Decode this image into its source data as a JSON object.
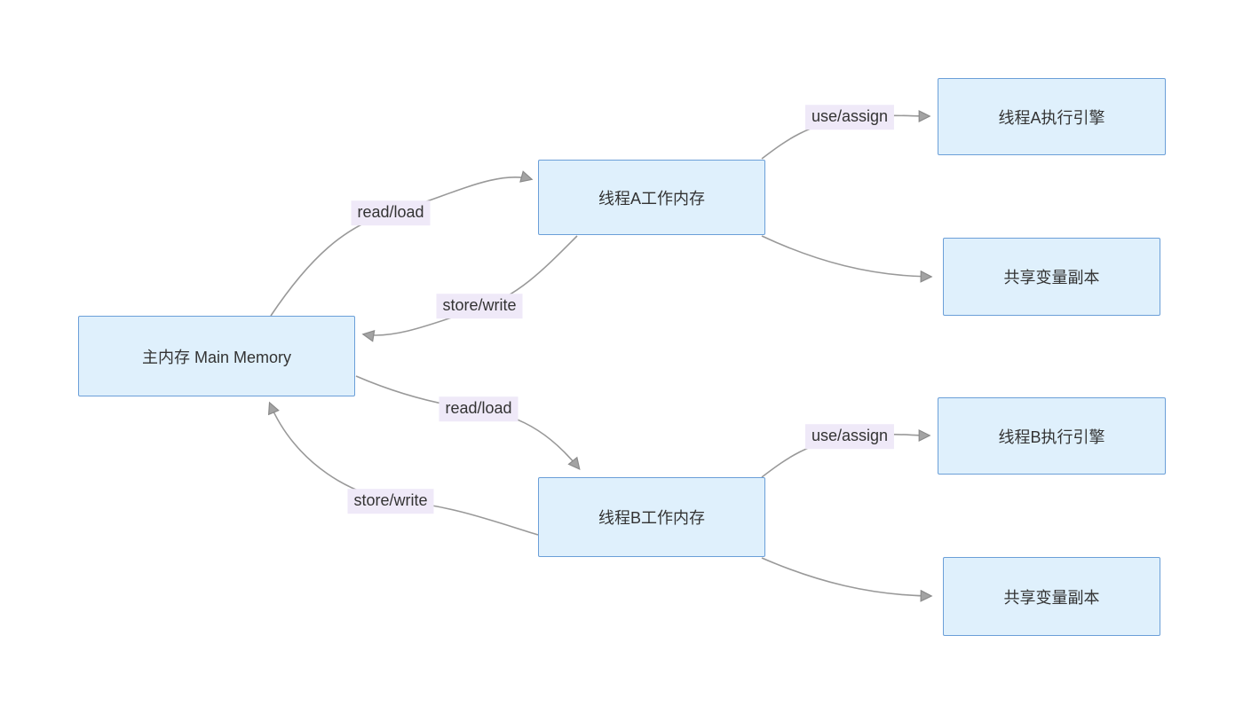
{
  "diagram_type": "flowchart",
  "nodes": {
    "main_memory": {
      "label": "主内存 Main Memory"
    },
    "thread_a_work": {
      "label": "线程A工作内存"
    },
    "thread_a_engine": {
      "label": "线程A执行引擎"
    },
    "shared_copy_a": {
      "label": "共享变量副本"
    },
    "thread_b_work": {
      "label": "线程B工作内存"
    },
    "thread_b_engine": {
      "label": "线程B执行引擎"
    },
    "shared_copy_b": {
      "label": "共享变量副本"
    }
  },
  "edge_labels": {
    "read_load_a": "read/load",
    "store_write_a": "store/write",
    "use_assign_a": "use/assign",
    "read_load_b": "read/load",
    "store_write_b": "store/write",
    "use_assign_b": "use/assign"
  },
  "edges": [
    {
      "from": "main_memory",
      "to": "thread_a_work",
      "label": "read/load"
    },
    {
      "from": "thread_a_work",
      "to": "main_memory",
      "label": "store/write"
    },
    {
      "from": "thread_a_work",
      "to": "thread_a_engine",
      "label": "use/assign"
    },
    {
      "from": "thread_a_work",
      "to": "shared_copy_a",
      "label": ""
    },
    {
      "from": "main_memory",
      "to": "thread_b_work",
      "label": "read/load"
    },
    {
      "from": "thread_b_work",
      "to": "main_memory",
      "label": "store/write"
    },
    {
      "from": "thread_b_work",
      "to": "thread_b_engine",
      "label": "use/assign"
    },
    {
      "from": "thread_b_work",
      "to": "shared_copy_b",
      "label": ""
    }
  ],
  "colors": {
    "node_fill": "#dff0fc",
    "node_border": "#6b9fd8",
    "edge_stroke": "#999999",
    "arrowhead_fill": "#a3a3a3",
    "edge_label_bg": "#efe9f8",
    "text": "#333333",
    "background": "#ffffff"
  }
}
